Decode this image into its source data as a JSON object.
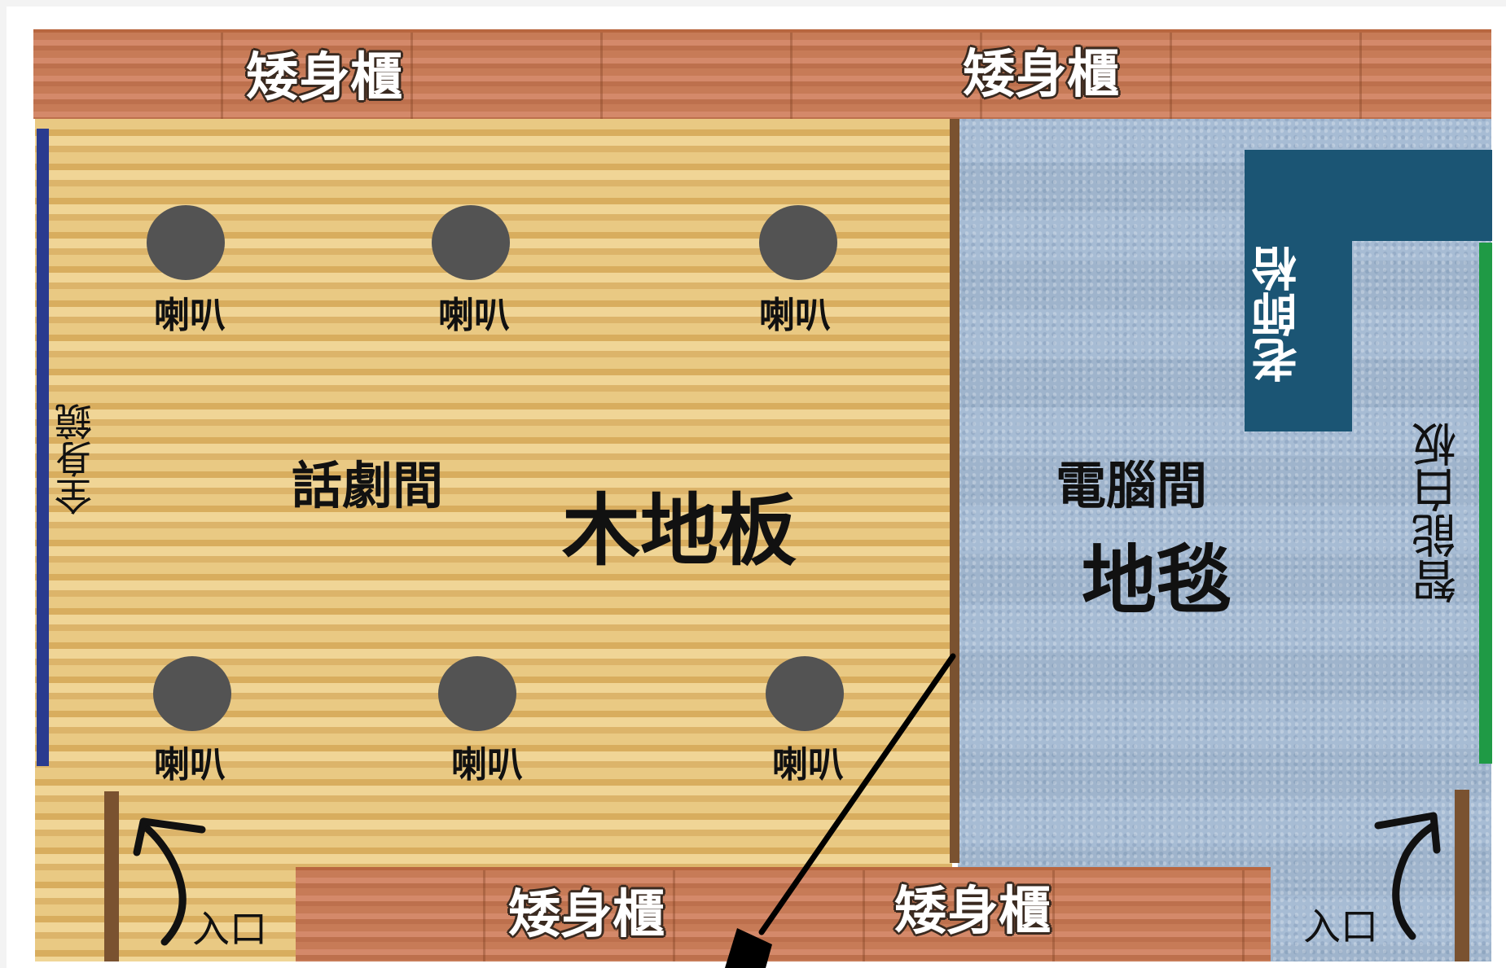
{
  "cabinets": {
    "top_left": "矮身櫃",
    "top_right": "矮身櫃",
    "bottom_left": "矮身櫃",
    "bottom_right": "矮身櫃"
  },
  "drama_room": {
    "title": "話劇間",
    "floor": "木地板",
    "mirror": "全身鏡",
    "speakers": [
      "喇叭",
      "喇叭",
      "喇叭",
      "喇叭",
      "喇叭",
      "喇叭"
    ],
    "entrance": "入口"
  },
  "computer_room": {
    "title": "電腦間",
    "floor": "地毯",
    "teacher_desk": "老師枱",
    "whiteboard": "智能白板",
    "entrance": "入口"
  },
  "colors": {
    "mirror": "#2a3b8f",
    "whiteboard": "#1f9a45",
    "teacher_desk": "#1b5574",
    "speaker": "#535353",
    "partition": "#7a5230"
  }
}
